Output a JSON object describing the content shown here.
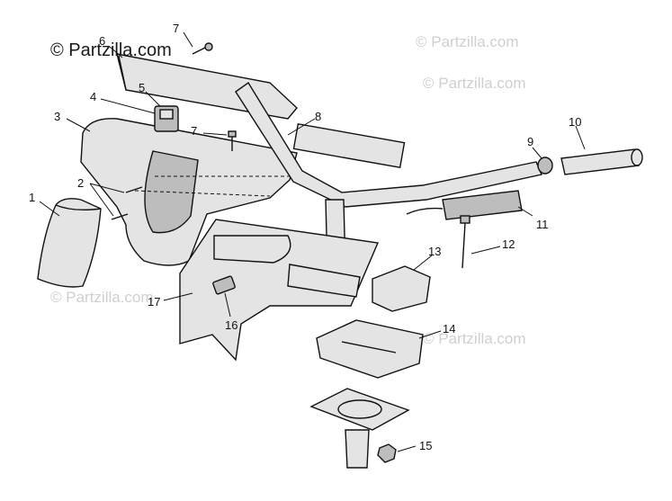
{
  "watermark": {
    "main": "© Partzilla.com",
    "faint": [
      "© Partzilla.com",
      "© Partzilla.com",
      "© Partzilla.com",
      "© Partzilla.com"
    ]
  },
  "callouts": [
    "1",
    "2",
    "3",
    "4",
    "5",
    "6",
    "7",
    "7",
    "8",
    "9",
    "10",
    "11",
    "12",
    "13",
    "14",
    "15",
    "16",
    "17"
  ]
}
